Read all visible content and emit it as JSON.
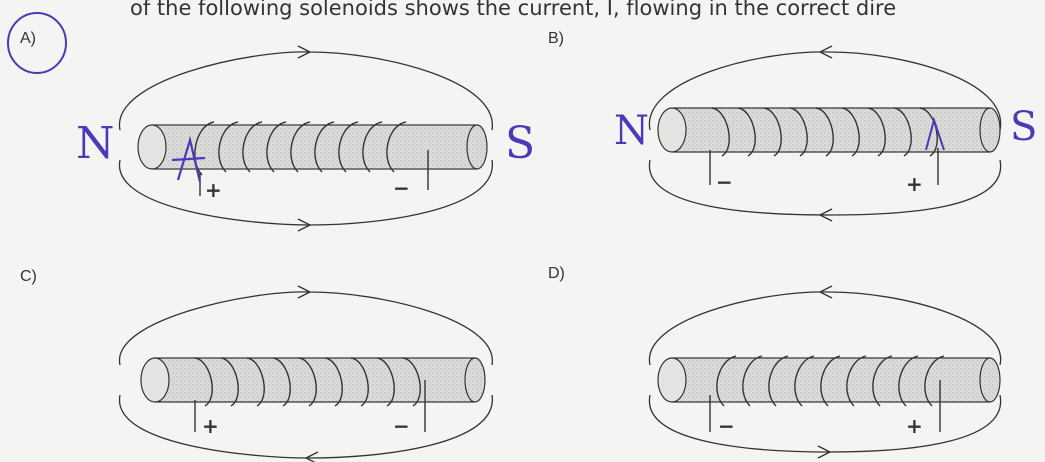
{
  "question": {
    "stem": "of the following solenoids shows the current, I, flowing in the correct dire"
  },
  "options": [
    {
      "label": "A)",
      "left_terminal": "+",
      "right_terminal": "−",
      "field_arrow_top": "right",
      "field_arrow_bottom": "right"
    },
    {
      "label": "B)",
      "left_terminal": "−",
      "right_terminal": "+",
      "field_arrow_top": "left",
      "field_arrow_bottom": "left"
    },
    {
      "label": "C)",
      "left_terminal": "+",
      "right_terminal": "−",
      "field_arrow_top": "right",
      "field_arrow_bottom": "left"
    },
    {
      "label": "D)",
      "left_terminal": "−",
      "right_terminal": "+",
      "field_arrow_top": "left",
      "field_arrow_bottom": "right"
    }
  ],
  "annotations": {
    "circled_choice": "A",
    "a_left_pole": "N",
    "a_right_pole": "S",
    "b_left_pole": "N",
    "b_right_pole": "S",
    "ink_color": "#4a3ab8"
  },
  "colors": {
    "core_fill": "#d9d9d7",
    "line": "#333333"
  }
}
